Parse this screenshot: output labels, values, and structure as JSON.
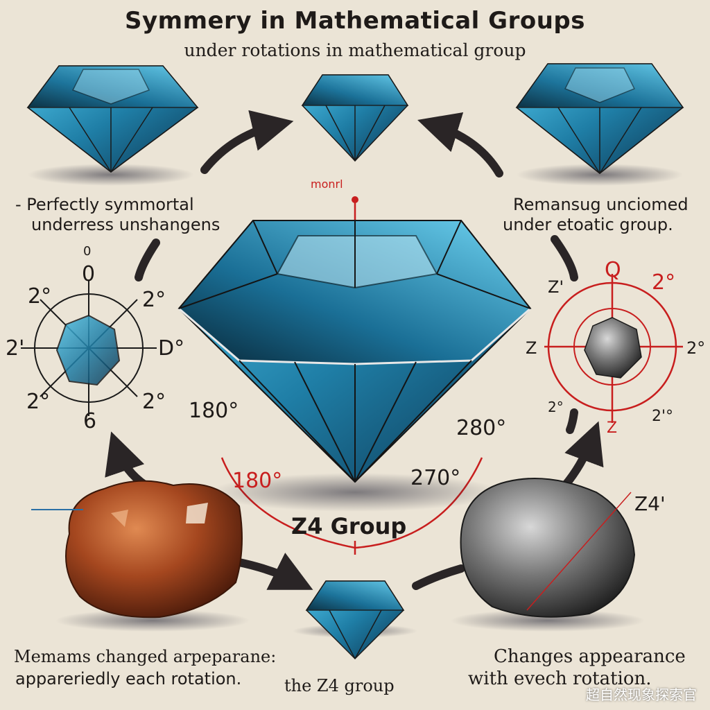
{
  "title": "Symmery in Mathematical Groups",
  "subtitle": "under rotations in mathematical group",
  "captions": {
    "top_left_line1": "- Perfectly symmortal",
    "top_left_line2": "underress unshangens",
    "top_right_line1": "Remansug unciomed",
    "top_right_line2": "under etoatic group.",
    "bottom_left_line1": "Memams changed arpeparane:",
    "bottom_left_line2": "appareriedly each rotation.",
    "bottom_right_line1": "Changes appearance",
    "bottom_right_line2": "with evech rotation.",
    "bottom_center": "the Z4 group",
    "center_group": "Z4 Group",
    "top_center_small": "monrl",
    "z4_right": "Z4'"
  },
  "angle_labels": {
    "left_180": "180°",
    "red_180": "180°",
    "right_280": "280°",
    "center_270": "270°"
  },
  "left_dial": {
    "top": "0",
    "upper_left": "2°",
    "upper_right": "2°",
    "left": "2'",
    "right": "D°",
    "lower_left": "2°",
    "lower_right": "2°",
    "bottom": "6"
  },
  "right_dial": {
    "top": "Q",
    "upper_left": "Z'",
    "upper_right": "2°",
    "left": "Z",
    "right": "2°",
    "lower_left": "2°",
    "lower_right": "2'°",
    "bottom": "Z"
  },
  "watermark": "超自然现象探索官",
  "colors": {
    "background": "#ebe4d6",
    "diamond_blue": "#2a8fb5",
    "accent_red": "#c81e1e",
    "rock_red": "#8c3a1c",
    "rock_grey": "#5a5a5a"
  }
}
